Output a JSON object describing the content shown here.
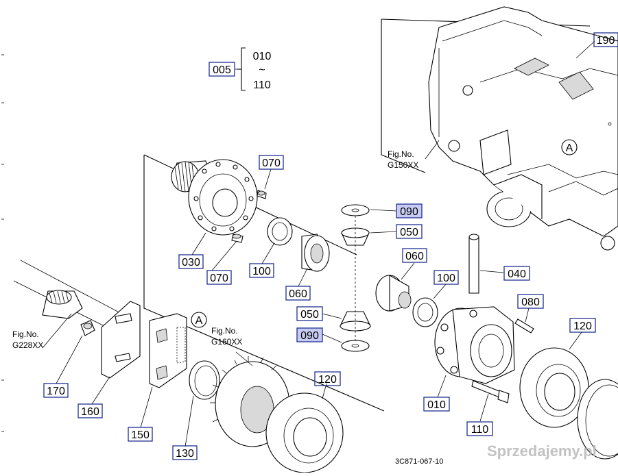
{
  "diagram": {
    "drawing_code": "3C871-067-10",
    "watermark": "Sprzedajemy.pl",
    "group_ref": {
      "label": "005",
      "range_start": "010",
      "range_sep": "~",
      "range_end": "110"
    },
    "callout_A": "A",
    "part_labels": {
      "p190": "190",
      "p070a": "070",
      "p070b": "070",
      "p090a": "090",
      "p050a": "050",
      "p030": "030",
      "p100a": "100",
      "p060a": "060",
      "p060b": "060",
      "p100b": "100",
      "p040": "040",
      "p050b": "050",
      "p090b": "090",
      "p080": "080",
      "p120a": "120",
      "p120b": "120",
      "p010": "010",
      "p110": "110",
      "p170": "170",
      "p160": "160",
      "p150": "150",
      "p130": "130"
    },
    "fig_refs": {
      "g150": {
        "line1": "Fig.No.",
        "line2": "G150XX"
      },
      "g160": {
        "line1": "Fig.No.",
        "line2": "G160XX"
      },
      "g228": {
        "line1": "Fig.No.",
        "line2": "G228XX"
      }
    }
  }
}
